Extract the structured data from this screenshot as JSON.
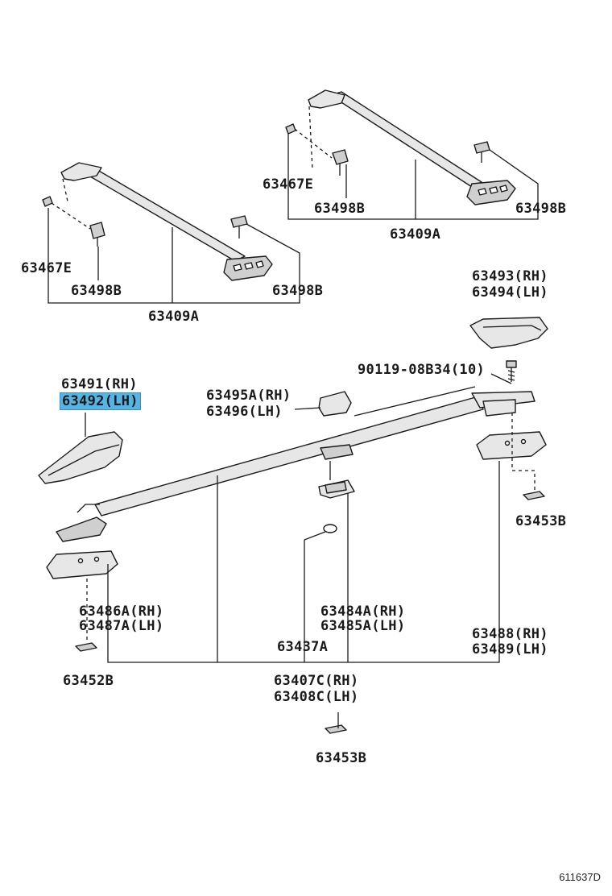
{
  "diagram_id": "611637D",
  "highlight_color": "#55b4e3",
  "labels": {
    "l_63467e_a": "63467E",
    "l_63498b_a1": "63498B",
    "l_63498b_a2": "63498B",
    "l_63409a_a": "63409A",
    "l_63467e_b": "63467E",
    "l_63498b_b1": "63498B",
    "l_63498b_b2": "63498B",
    "l_63409a_b": "63409A",
    "l_63493": "63493(RH)",
    "l_63494": "63494(LH)",
    "l_90119": "90119-08B34(10)",
    "l_63491": "63491(RH)",
    "l_63492": "63492(LH)",
    "l_63495a": "63495A(RH)",
    "l_63496": "63496(LH)",
    "l_63453b_r": "63453B",
    "l_63486a": "63486A(RH)",
    "l_63487a": "63487A(LH)",
    "l_63484a": "63484A(RH)",
    "l_63485a": "63485A(LH)",
    "l_63437a": "63437A",
    "l_63488": "63488(RH)",
    "l_63489": "63489(LH)",
    "l_63452b": "63452B",
    "l_63407c": "63407C(RH)",
    "l_63408c": "63408C(LH)",
    "l_63453b_c": "63453B"
  }
}
